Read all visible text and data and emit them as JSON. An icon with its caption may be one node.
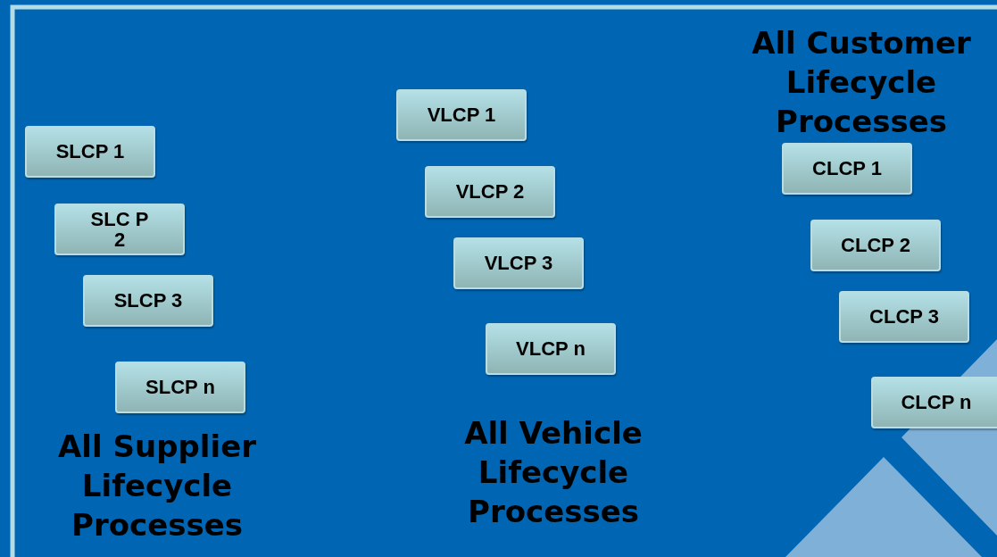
{
  "diagram": {
    "nodes": [
      {
        "text": [
          "SLCP 1"
        ]
      },
      {
        "text": [
          "SLC P 2"
        ]
      },
      {
        "text": [
          "SLCP 3"
        ]
      },
      {
        "text": [
          "SLCP n"
        ]
      },
      {
        "text": [
          "VLCP 1"
        ]
      },
      {
        "text": [
          "VLCP 2"
        ]
      },
      {
        "text": [
          "VLCP 3"
        ]
      },
      {
        "text": [
          "VLCP n"
        ]
      },
      {
        "text": [
          "CLCP 1"
        ]
      },
      {
        "text": [
          "CLCP 2"
        ]
      },
      {
        "text": [
          "CLCP 3"
        ]
      },
      {
        "text": [
          "CLCP n"
        ]
      }
    ],
    "labels": [
      "All Customer Lifecycle Processes",
      "All Supplier Lifecycle Processes",
      "All Vehicle Lifecycle Processes"
    ]
  }
}
